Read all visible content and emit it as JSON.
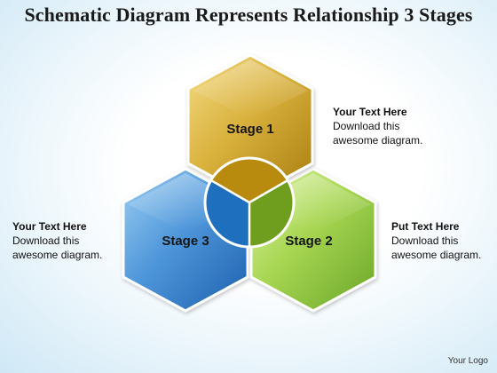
{
  "title": "Schematic Diagram Represents Relationship 3 Stages",
  "stages": [
    {
      "label": "Stage 1",
      "color": "#c9a02a"
    },
    {
      "label": "Stage 2",
      "color": "#8cc63f"
    },
    {
      "label": "Stage 3",
      "color": "#3d86cf"
    }
  ],
  "notes": {
    "top_right": {
      "heading": "Your Text Here",
      "line1": "Download this",
      "line2": "awesome diagram."
    },
    "left": {
      "heading": "Your Text Here",
      "line1": "Download this",
      "line2": "awesome diagram."
    },
    "bottom_right": {
      "heading": "Put Text Here",
      "line1": "Download this",
      "line2": "awesome diagram."
    }
  },
  "logo": "Your Logo"
}
